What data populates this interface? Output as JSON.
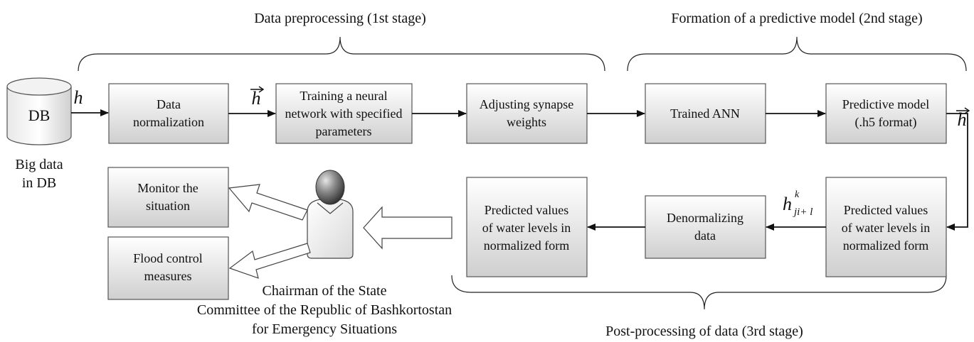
{
  "stages": {
    "stage1": "Data preprocessing (1st stage)",
    "stage2": "Formation of a predictive model (2nd stage)",
    "stage3": "Post-processing of data (3rd stage)"
  },
  "db": {
    "label": "DB",
    "caption_line1": "Big data",
    "caption_line2": "in DB"
  },
  "symbols": {
    "h": "h",
    "h_vec": "h",
    "h_vec_out": "h",
    "h_pred_base": "h",
    "h_pred_sup": "k",
    "h_pred_sub": "ji+ l"
  },
  "boxes": {
    "data_normalization": [
      "Data",
      "normalization"
    ],
    "training": [
      "Training a neural",
      "network with specified",
      "parameters"
    ],
    "adjusting": [
      "Adjusting synapse",
      "weights"
    ],
    "trained_ann": [
      "Trained ANN"
    ],
    "predictive_model": [
      "Predictive model",
      "(.h5 format)"
    ],
    "predicted_normalized": [
      "Predicted values",
      "of water levels in",
      "normalized form"
    ],
    "denormalizing": [
      "Denormalizing",
      "data"
    ],
    "predicted_values": [
      "Predicted values",
      "of water levels in",
      "normalized form"
    ],
    "monitor": [
      "Monitor the",
      "situation"
    ],
    "flood_control": [
      "Flood control",
      "measures"
    ]
  },
  "chairman": [
    "Chairman of the State",
    "Committee of the Republic of Bashkortostan",
    "for Emergency Situations"
  ],
  "colors": {
    "box_top": "#ffffff",
    "box_bottom": "#d2d2d2",
    "head_light": "#d8d8d8",
    "head_dark": "#3c3c3c",
    "line": "#111111"
  }
}
